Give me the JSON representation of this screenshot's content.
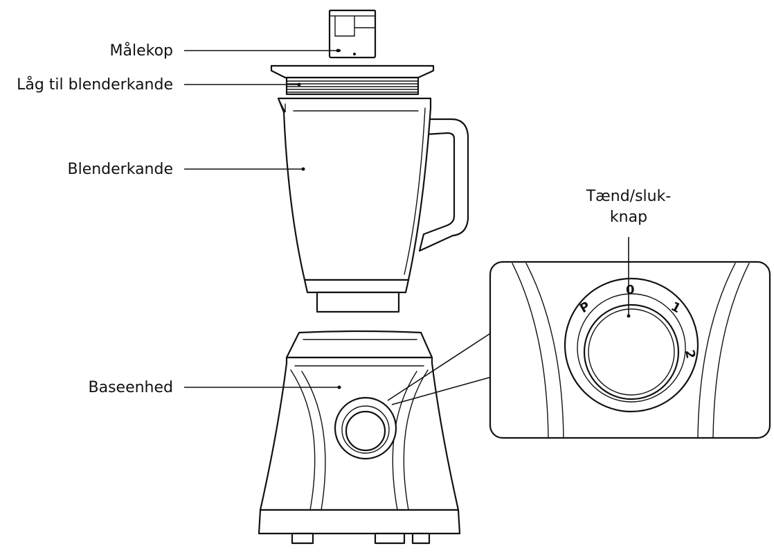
{
  "labels": {
    "measuring_cup": "Målekop",
    "lid": "Låg til blenderkande",
    "jug": "Blenderkande",
    "switch_line1": "Tænd/sluk-",
    "switch_line2": "knap",
    "base": "Baseenhed"
  },
  "dial_marks": {
    "pulse": "P",
    "off": "0",
    "speed1": "1",
    "speed2": "2"
  }
}
